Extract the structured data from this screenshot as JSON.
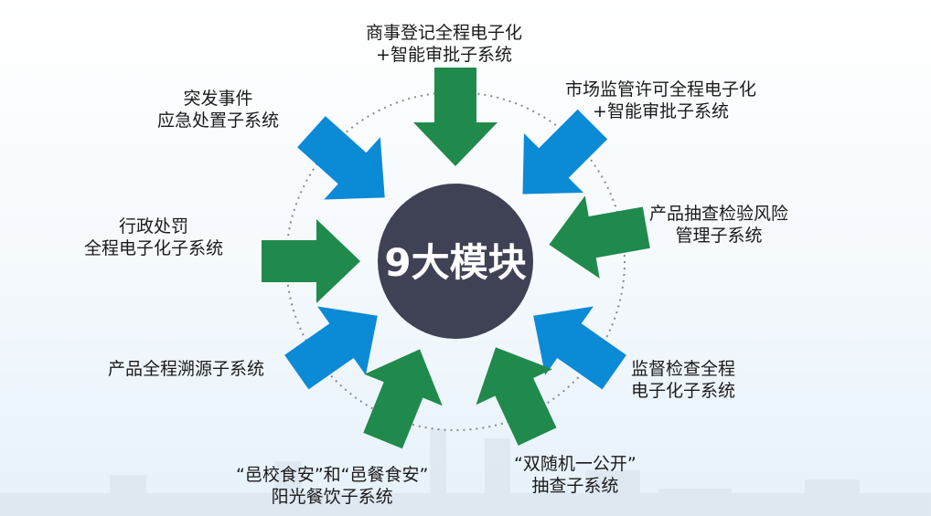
{
  "center": {
    "label": "9大模块",
    "color": "#3f4254"
  },
  "colors": {
    "green": "#1f8a4c",
    "blue": "#0b8ad6",
    "ring": "#8a8a8a"
  },
  "modules": [
    {
      "line1": "商事登记全程电子化",
      "line2": "+智能审批子系统",
      "color": "green"
    },
    {
      "line1": "市场监管许可全程电子化",
      "line2": "+智能审批子系统",
      "color": "blue"
    },
    {
      "line1": "产品抽查检验风险",
      "line2": "管理子系统",
      "color": "green"
    },
    {
      "line1": "监督检查全程",
      "line2": "电子化子系统",
      "color": "blue"
    },
    {
      "line1": "“双随机一公开”",
      "line2": "抽查子系统",
      "color": "green"
    },
    {
      "line1": "“邑校食安”和“邑餐食安”",
      "line2": "阳光餐饮子系统",
      "color": "green"
    },
    {
      "line1": "产品全程溯源子系统",
      "line2": "",
      "color": "blue"
    },
    {
      "line1": "行政处罚",
      "line2": "全程电子化子系统",
      "color": "green"
    },
    {
      "line1": "突发事件",
      "line2": "应急处置子系统",
      "color": "blue"
    }
  ]
}
